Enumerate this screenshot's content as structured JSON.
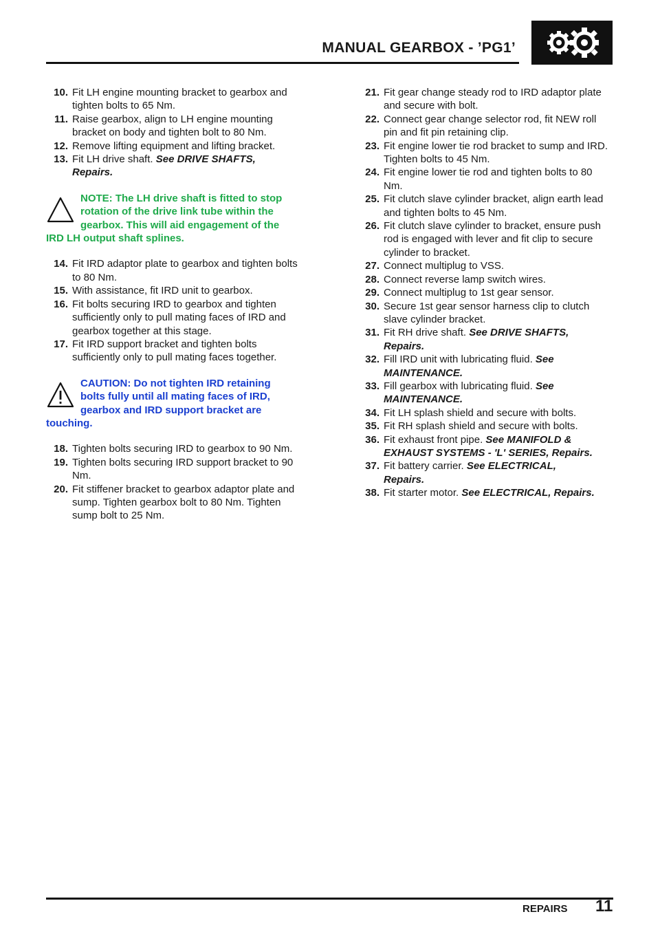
{
  "header": {
    "title": "MANUAL GEARBOX - ’PG1’"
  },
  "left_steps_a": [
    {
      "num": "10.",
      "text": "Fit LH engine mounting bracket to gearbox and tighten bolts to 65 Nm."
    },
    {
      "num": "11.",
      "text": "Raise gearbox, align to LH engine mounting bracket on body and tighten bolt to 80 Nm."
    },
    {
      "num": "12.",
      "text": "Remove lifting equipment and lifting bracket."
    },
    {
      "num": "13.",
      "text": "Fit LH drive shaft.",
      "ref": "See  DRIVE SHAFTS,",
      "ref2": "Repairs."
    }
  ],
  "note": {
    "line1": "NOTE: The LH drive shaft is fitted to stop",
    "line2": "rotation of the drive link tube within the",
    "line3": "gearbox. This will aid engagement of the",
    "line4": "IRD LH output shaft splines."
  },
  "left_steps_b": [
    {
      "num": "14.",
      "text": "Fit IRD adaptor plate to gearbox and tighten bolts to 80 Nm."
    },
    {
      "num": "15.",
      "text": "With assistance, fit IRD unit to gearbox."
    },
    {
      "num": "16.",
      "text": "Fit bolts securing IRD to gearbox and tighten sufficiently only to pull mating faces of IRD and gearbox together at this stage."
    },
    {
      "num": "17.",
      "text": "Fit IRD support bracket and tighten bolts sufficiently only to pull mating faces together."
    }
  ],
  "caution": {
    "line1": "CAUTION: Do not tighten IRD retaining",
    "line2": "bolts fully until all mating faces of IRD,",
    "line3": "gearbox and IRD support bracket are",
    "line4": "touching."
  },
  "left_steps_c": [
    {
      "num": "18.",
      "text": "Tighten bolts securing IRD to gearbox to 90 Nm."
    },
    {
      "num": "19.",
      "text": "Tighten bolts securing IRD support bracket to 90 Nm."
    },
    {
      "num": "20.",
      "text": "Fit stiffener bracket to gearbox adaptor plate and sump. Tighten gearbox bolt to 80 Nm. Tighten sump bolt to 25 Nm."
    }
  ],
  "right_steps": [
    {
      "num": "21.",
      "text": "Fit gear change steady rod to IRD adaptor plate and secure with bolt."
    },
    {
      "num": "22.",
      "text": "Connect gear change selector rod, fit NEW roll pin and fit pin retaining clip."
    },
    {
      "num": "23.",
      "text": "Fit engine lower tie rod bracket to sump and IRD. Tighten bolts to 45 Nm."
    },
    {
      "num": "24.",
      "text": "Fit engine lower tie rod and tighten bolts to 80 Nm."
    },
    {
      "num": "25.",
      "text": "Fit clutch slave cylinder bracket, align earth lead and tighten bolts to 45 Nm."
    },
    {
      "num": "26.",
      "text": "Fit clutch slave cylinder to bracket, ensure push rod is engaged with lever and fit clip to secure cylinder to bracket."
    },
    {
      "num": "27.",
      "text": "Connect multiplug to VSS."
    },
    {
      "num": "28.",
      "text": "Connect reverse lamp switch wires."
    },
    {
      "num": "29.",
      "text": "Connect multiplug to 1st gear sensor."
    },
    {
      "num": "30.",
      "text": "Secure 1st gear sensor harness clip to clutch slave cylinder bracket."
    },
    {
      "num": "31.",
      "text": "Fit RH drive shaft.",
      "ref": "See  DRIVE SHAFTS,",
      "ref2": "Repairs."
    },
    {
      "num": "32.",
      "text": "Fill IRD unit with lubricating fluid.",
      "ref": "See",
      "ref2": "MAINTENANCE."
    },
    {
      "num": "33.",
      "text": "Fill gearbox with lubricating fluid.",
      "ref": "See",
      "ref2": "MAINTENANCE."
    },
    {
      "num": "34.",
      "text": "Fit LH splash shield and secure with bolts."
    },
    {
      "num": "35.",
      "text": "Fit RH splash shield and secure with bolts."
    },
    {
      "num": "36.",
      "text": "Fit exhaust front pipe.",
      "ref": "See  MANIFOLD &",
      "ref2": "EXHAUST SYSTEMS - 'L' SERIES, Repairs."
    },
    {
      "num": "37.",
      "text": "Fit battery carrier.",
      "ref": "See  ELECTRICAL,",
      "ref2": "Repairs."
    },
    {
      "num": "38.",
      "text": "Fit starter motor.",
      "ref": "See  ELECTRICAL, Repairs."
    }
  ],
  "footer": {
    "section": "REPAIRS",
    "page": "11"
  }
}
